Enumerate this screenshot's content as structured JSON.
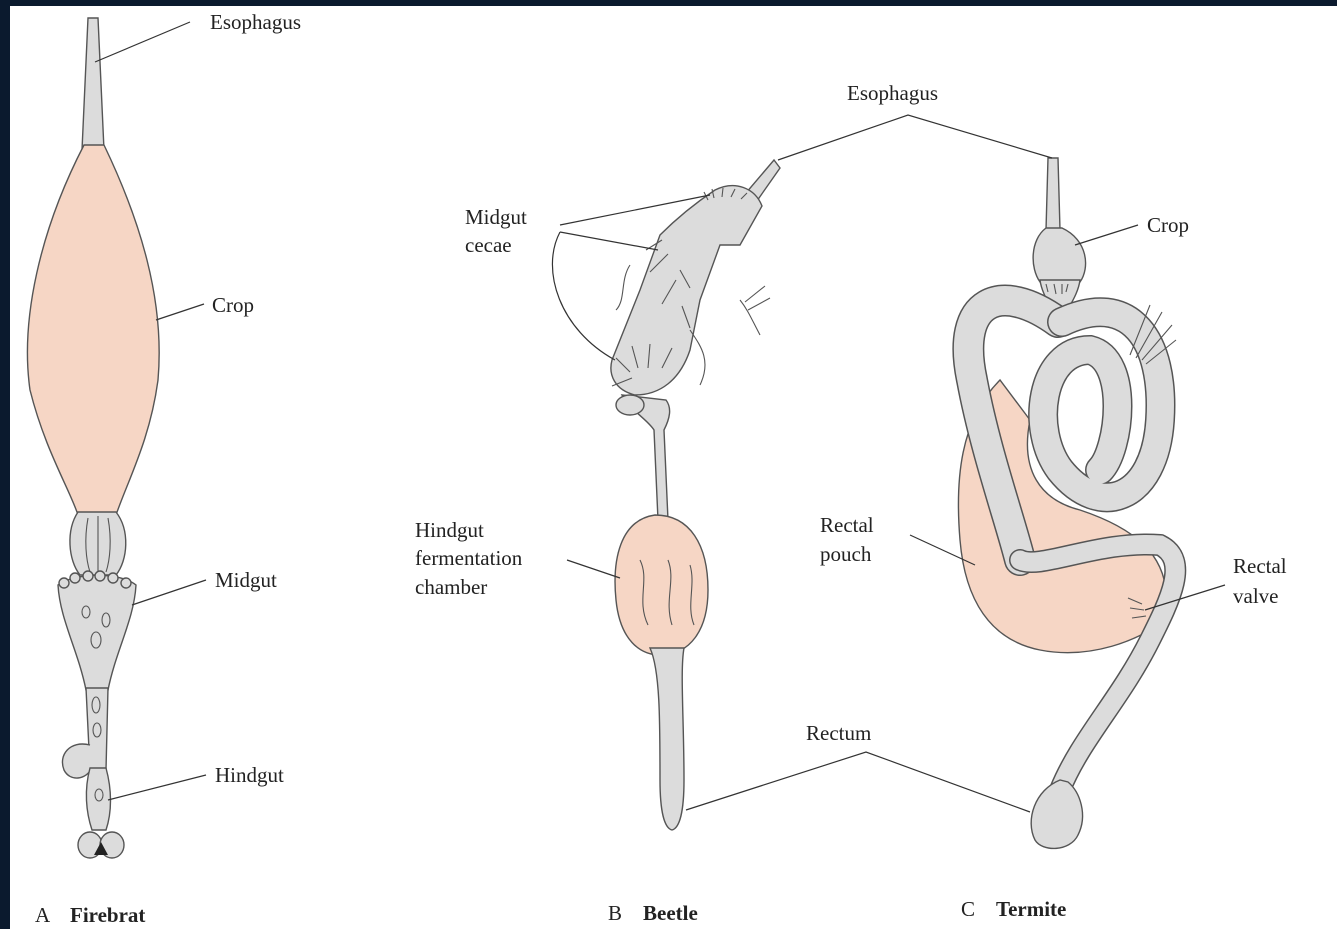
{
  "colors": {
    "background_frame": "#0b1a2e",
    "paper": "#ffffff",
    "gut_tissue": "#dcdcdc",
    "fermentation_tissue": "#f6d6c5",
    "ink": "#222222"
  },
  "panels": {
    "firebrat": {
      "letter": "A",
      "name": "Firebrat",
      "labels": {
        "esophagus": "Esophagus",
        "crop": "Crop",
        "midgut": "Midgut",
        "hindgut": "Hindgut"
      }
    },
    "beetle": {
      "letter": "B",
      "name": "Beetle",
      "labels": {
        "midgut_cecae_line1": "Midgut",
        "midgut_cecae_line2": "cecae",
        "hindgut_line1": "Hindgut",
        "hindgut_line2": "fermentation",
        "hindgut_line3": "chamber"
      }
    },
    "termite": {
      "letter": "C",
      "name": "Termite",
      "labels": {
        "crop": "Crop",
        "rectal_pouch_line1": "Rectal",
        "rectal_pouch_line2": "pouch",
        "rectal_valve_line1": "Rectal",
        "rectal_valve_line2": "valve"
      }
    },
    "shared": {
      "esophagus": "Esophagus",
      "rectum": "Rectum"
    }
  }
}
